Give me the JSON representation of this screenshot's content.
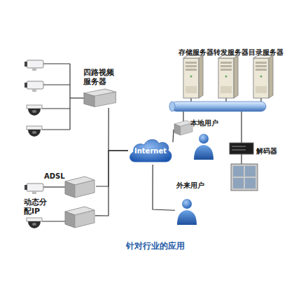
{
  "diagram": {
    "caption": "针对行业的应用",
    "nodes": [
      {
        "text": [
          "存储服务器"
        ]
      },
      {
        "text": [
          "转发服务器"
        ]
      },
      {
        "text": [
          "目录服务器"
        ]
      },
      {
        "text": [
          "四路视频服务器"
        ]
      },
      {
        "text": [
          "本地用户"
        ]
      },
      {
        "text": [
          "Internet"
        ]
      },
      {
        "text": [
          "解码器"
        ]
      },
      {
        "text": [
          "ADSL"
        ]
      },
      {
        "text": [
          "外来用户"
        ]
      },
      {
        "text": [
          "动态分配IP"
        ]
      }
    ],
    "edges": [
      {
        "from": 3,
        "to": 5,
        "arrow": "none"
      },
      {
        "from": 5,
        "to": 4,
        "arrow": "none"
      },
      {
        "from": 7,
        "to": 5,
        "arrow": "none"
      },
      {
        "from": 5,
        "to": 8,
        "arrow": "none"
      },
      {
        "from": 9,
        "to": 5,
        "arrow": "none"
      }
    ]
  }
}
